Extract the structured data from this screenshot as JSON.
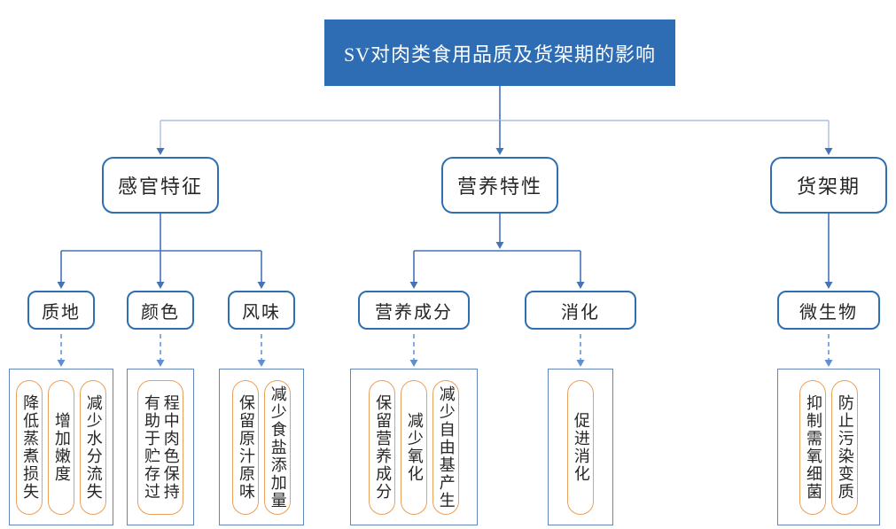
{
  "title": "SV对肉类食用品质及货架期的影响",
  "palette": {
    "root_fill": "#2e6db4",
    "node_border_blue": "#2e6fb2",
    "connector_blue": "#4573b9",
    "connector_light_blue": "#a9c0df",
    "dashed_blue": "#5e8fd0",
    "group_border_blue": "#6286b8",
    "pill_border_orange": "#e9a05b",
    "text_color": "#262626"
  },
  "root": {
    "label": "SV对肉类食用品质及货架期的影响"
  },
  "branches": [
    {
      "id": "sensory",
      "label": "感官特征",
      "children": [
        {
          "id": "texture",
          "label": "质地",
          "items": [
            [
              "降低蒸煮损失"
            ],
            [
              "增加嫩度"
            ],
            [
              "减少水分流失"
            ]
          ]
        },
        {
          "id": "color",
          "label": "颜色",
          "items": [
            [
              "有助于贮存过",
              "程中肉色保持"
            ]
          ]
        },
        {
          "id": "flavor",
          "label": "风味",
          "items": [
            [
              "保留原汁原味"
            ],
            [
              "减少食盐添加量"
            ]
          ]
        }
      ]
    },
    {
      "id": "nutrition",
      "label": "营养特性",
      "children": [
        {
          "id": "nutrients",
          "label": "营养成分",
          "items": [
            [
              "保留营养成分"
            ],
            [
              "减少氧化"
            ],
            [
              "减少自由基产生"
            ]
          ]
        },
        {
          "id": "digestion",
          "label": "消化",
          "items": [
            [
              "促进消化"
            ]
          ]
        }
      ]
    },
    {
      "id": "shelf-life",
      "label": "货架期",
      "children": [
        {
          "id": "microbe",
          "label": "微生物",
          "items": [
            [
              "抑制需氧细菌"
            ],
            [
              "防止污染变质"
            ]
          ]
        }
      ]
    }
  ]
}
